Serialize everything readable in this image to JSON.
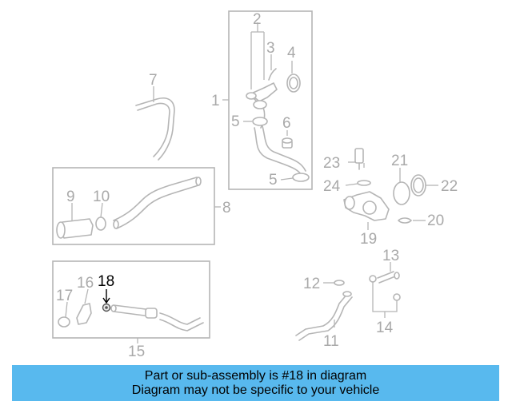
{
  "callouts": {
    "c1": "1",
    "c2": "2",
    "c3": "3",
    "c4": "4",
    "c5a": "5",
    "c5b": "5",
    "c6": "6",
    "c7": "7",
    "c8": "8",
    "c9": "9",
    "c10": "10",
    "c11": "11",
    "c12": "12",
    "c13": "13",
    "c14": "14",
    "c15": "15",
    "c16": "16",
    "c17": "17",
    "c18": "18",
    "c19": "19",
    "c20": "20",
    "c21": "21",
    "c22": "22",
    "c23": "23",
    "c24": "24"
  },
  "highlighted_part": "18",
  "banner": {
    "line1": "Part or sub-assembly is #18 in diagram",
    "line2": "Diagram may not be specific to your vehicle"
  },
  "colors": {
    "banner_bg": "#58b9ee",
    "diagram_line": "#b5b5b5",
    "highlight": "#000000"
  }
}
